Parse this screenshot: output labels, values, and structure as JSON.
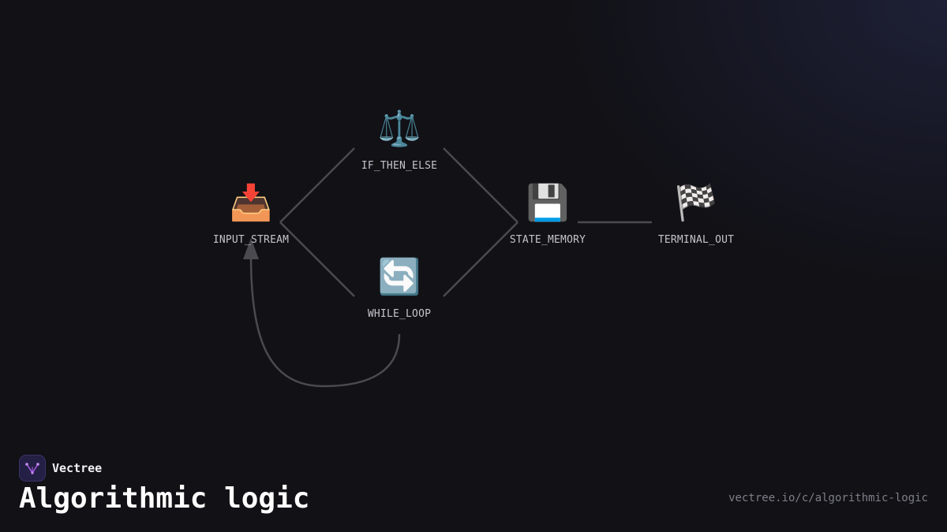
{
  "diagram": {
    "nodes": [
      {
        "id": "input_stream",
        "icon": "inbox-tray-icon",
        "glyph": "📥",
        "label": "INPUT_STREAM"
      },
      {
        "id": "if_then_else",
        "icon": "balance-scale-icon",
        "glyph": "⚖️",
        "label": "IF_THEN_ELSE"
      },
      {
        "id": "while_loop",
        "icon": "refresh-arrows-icon",
        "glyph": "🔄",
        "label": "WHILE_LOOP"
      },
      {
        "id": "state_memory",
        "icon": "floppy-disk-icon",
        "glyph": "💾",
        "label": "STATE_MEMORY"
      },
      {
        "id": "terminal_out",
        "icon": "checkered-flag-icon",
        "glyph": "🏁",
        "label": "TERMINAL_OUT"
      }
    ],
    "edges": [
      {
        "from": "input_stream",
        "to": "if_then_else"
      },
      {
        "from": "input_stream",
        "to": "while_loop"
      },
      {
        "from": "if_then_else",
        "to": "state_memory"
      },
      {
        "from": "while_loop",
        "to": "state_memory"
      },
      {
        "from": "state_memory",
        "to": "terminal_out"
      },
      {
        "from": "while_loop",
        "to": "input_stream",
        "arrow": true
      }
    ],
    "edge_color": "#4a4a50"
  },
  "footer": {
    "brand_name": "Vectree",
    "brand_logo_icon": "vectree-logo-icon",
    "title": "Algorithmic logic",
    "url": "vectree.io/c/algorithmic-logic"
  },
  "colors": {
    "background": "#111116",
    "logo_bg": "#241f44",
    "logo_accent": "#a25be0"
  }
}
